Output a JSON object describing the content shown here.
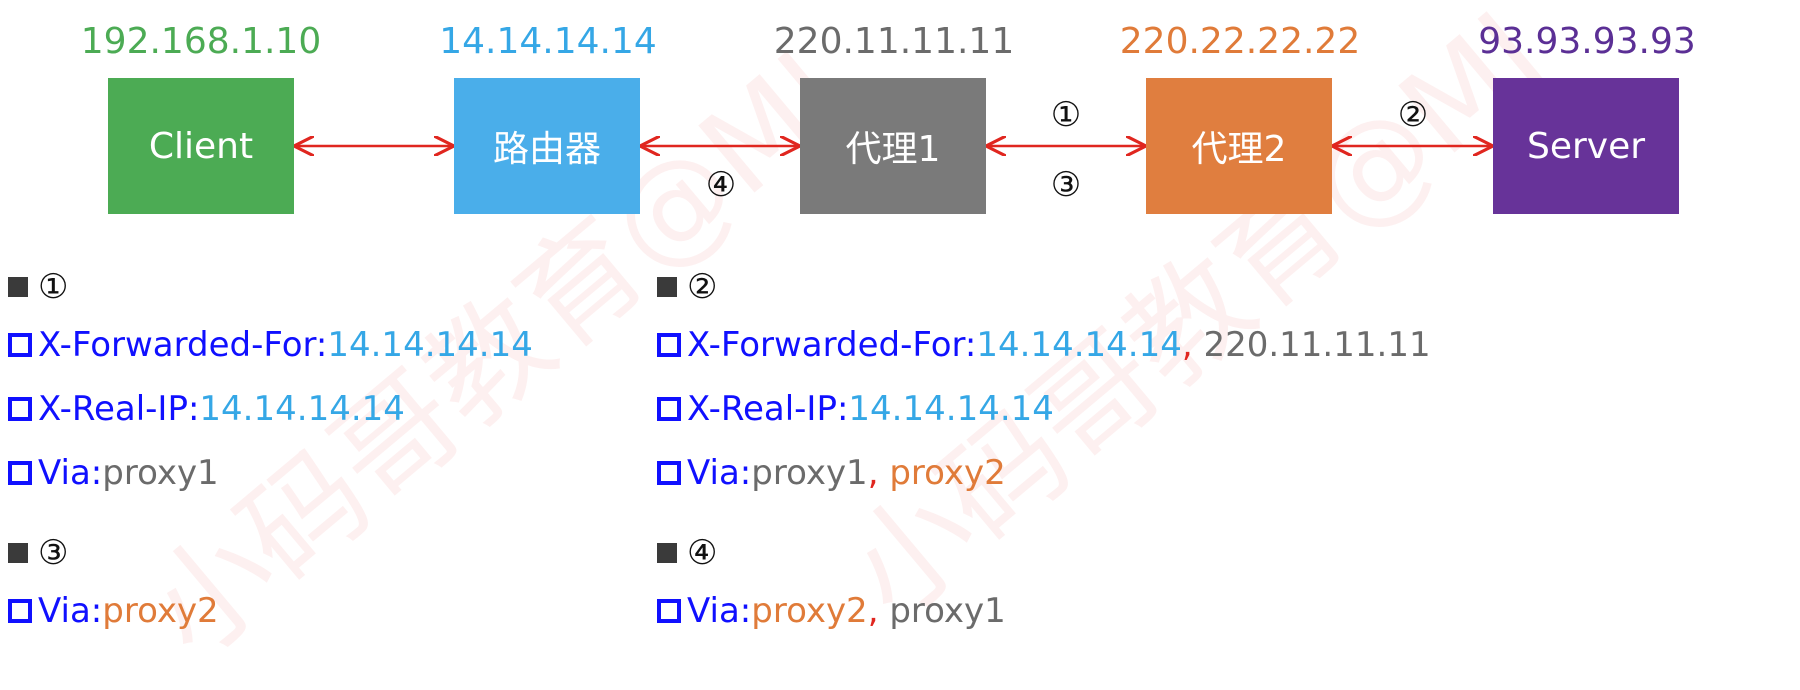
{
  "colors": {
    "client": "#4cab54",
    "router": "#4aaeea",
    "proxy1": "#7a7a7a",
    "proxy2": "#e07e3f",
    "server": "#673399",
    "arrow": "#e0261f",
    "keyword": "#1010ff"
  },
  "nodes": [
    {
      "label": "Client",
      "ip": "192.168.1.10"
    },
    {
      "label": "路由器",
      "ip": "14.14.14.14"
    },
    {
      "label": "代理1",
      "ip": "220.11.11.11"
    },
    {
      "label": "代理2",
      "ip": "220.22.22.22"
    },
    {
      "label": "Server",
      "ip": "93.93.93.93"
    }
  ],
  "link_markers": {
    "one": "①",
    "two": "②",
    "three": "③",
    "four": "④"
  },
  "panels": {
    "one": {
      "marker": "①",
      "xff_key": "X-Forwarded-For: ",
      "xff_value": "14.14.14.14",
      "xrealip_key": "X-Real-IP: ",
      "xrealip_value": "14.14.14.14",
      "via_key": "Via: ",
      "via_value": "proxy1"
    },
    "two": {
      "marker": "②",
      "xff_key": "X-Forwarded-For: ",
      "xff_value_1": "14.14.14.14",
      "sep": ", ",
      "xff_value_2": "220.11.11.11",
      "xrealip_key": "X-Real-IP: ",
      "xrealip_value": "14.14.14.14",
      "via_key": "Via: ",
      "via_value_1": "proxy1",
      "via_value_2": "proxy2"
    },
    "three": {
      "marker": "③",
      "via_key": "Via: ",
      "via_value": "proxy2"
    },
    "four": {
      "marker": "④",
      "via_key": "Via: ",
      "via_value_1": "proxy2",
      "sep": ", ",
      "via_value_2": "proxy1"
    }
  },
  "watermark": "小码哥教育@MJ"
}
